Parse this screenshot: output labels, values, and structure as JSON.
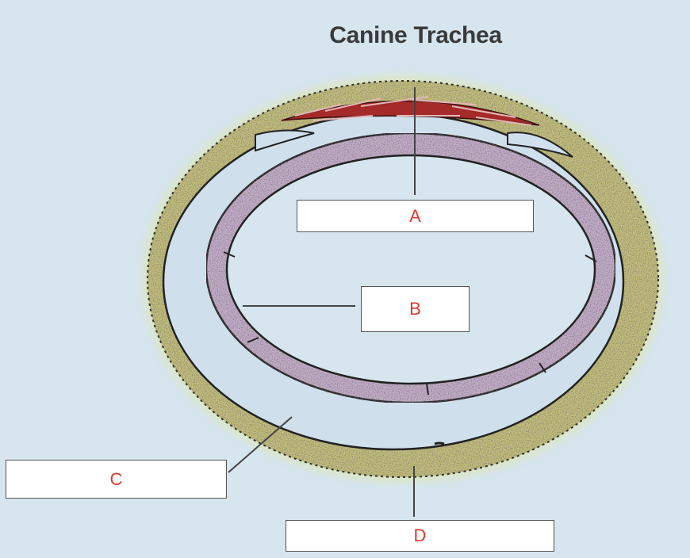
{
  "title": "Canine Trachea",
  "labels": {
    "a": "A",
    "b": "B",
    "c": "C",
    "d": "D"
  },
  "colors": {
    "background": "#d6e5ee",
    "label_text": "#e0392b",
    "cartilage": "#c8b3cc",
    "adventitia": "#c9c47e",
    "trachealis_muscle": "#a52a2a",
    "lumen_space": "#cfe0ec"
  }
}
